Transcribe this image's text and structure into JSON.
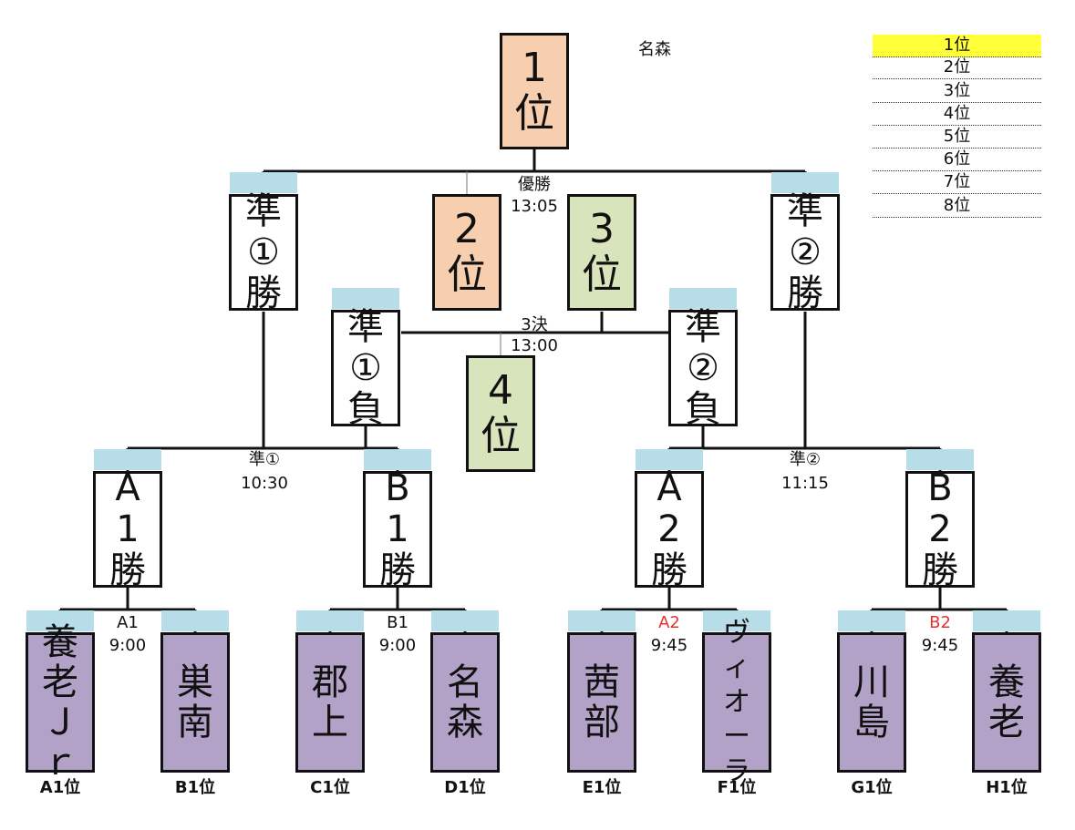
{
  "venue": "名森",
  "ranking": [
    "1位",
    "2位",
    "3位",
    "4位",
    "5位",
    "6位",
    "7位",
    "8位"
  ],
  "final": {
    "label": "優勝",
    "time": "13:05"
  },
  "third_place_match": {
    "label": "3決",
    "time": "13:00"
  },
  "placements": {
    "first": "1\n位",
    "second": "2\n位",
    "third": "3\n位",
    "fourth": "4\n位"
  },
  "semis": {
    "sf1": {
      "label": "準①",
      "time": "10:30",
      "winner": "準\n①\n勝",
      "loser": "準\n①\n負"
    },
    "sf2": {
      "label": "準②",
      "time": "11:15",
      "winner": "準\n②\n勝",
      "loser": "準\n②\n負"
    }
  },
  "quarters": [
    {
      "label": "A1",
      "time": "9:00",
      "winner": "A\n1\n勝",
      "red": false
    },
    {
      "label": "B1",
      "time": "9:00",
      "winner": "B\n1\n勝",
      "red": false
    },
    {
      "label": "A2",
      "time": "9:45",
      "winner": "A\n2\n勝",
      "red": true
    },
    {
      "label": "B2",
      "time": "9:45",
      "winner": "B\n2\n勝",
      "red": true
    }
  ],
  "teams": [
    {
      "name": "養\n老\nＪ\nｒ",
      "seed": "A1位"
    },
    {
      "name": "巣\n南",
      "seed": "B1位"
    },
    {
      "name": "郡\n上",
      "seed": "C1位"
    },
    {
      "name": "名\n森",
      "seed": "D1位"
    },
    {
      "name": "茜\n部",
      "seed": "E1位"
    },
    {
      "name": "ヴ\nィ\nオ\nー\nラ",
      "seed": "F1位"
    },
    {
      "name": "川\n島",
      "seed": "G1位"
    },
    {
      "name": "養\n老",
      "seed": "H1位"
    }
  ],
  "colors": {
    "orange": "#f7cfae",
    "green": "#d8e4bc",
    "purple": "#b3a2c7",
    "tab": "#b7dde8",
    "highlight": "#ffff3a",
    "red": "#e8312f"
  }
}
